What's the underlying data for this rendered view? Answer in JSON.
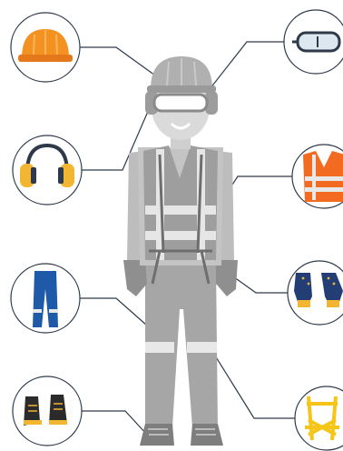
{
  "items": [
    {
      "name": "hard-hat",
      "icon": "hard-hat-icon",
      "side": "left",
      "color": "#F39221"
    },
    {
      "name": "goggles",
      "icon": "safety-goggles-icon",
      "side": "right",
      "color": "#2E3A4A"
    },
    {
      "name": "ear-muffs",
      "icon": "ear-muffs-icon",
      "side": "left",
      "color": "#F2B632"
    },
    {
      "name": "hi-vis-vest",
      "icon": "safety-vest-icon",
      "side": "right",
      "color": "#F36B21"
    },
    {
      "name": "work-trousers",
      "icon": "work-trousers-icon",
      "side": "left",
      "color": "#1E5AA8"
    },
    {
      "name": "work-gloves",
      "icon": "work-gloves-icon",
      "side": "right",
      "color": "#233D75"
    },
    {
      "name": "safety-boots",
      "icon": "safety-boots-icon",
      "side": "left",
      "color": "#2B2B2B"
    },
    {
      "name": "safety-harness",
      "icon": "safety-harness-icon",
      "side": "right",
      "color": "#F5C518"
    }
  ],
  "colors": {
    "figure_light": "#D9D9D9",
    "figure_mid": "#B3B3B3",
    "figure_dark": "#8F8F8F",
    "connector": "#2E3A4A",
    "circle_stroke": "#2E3A4A"
  }
}
